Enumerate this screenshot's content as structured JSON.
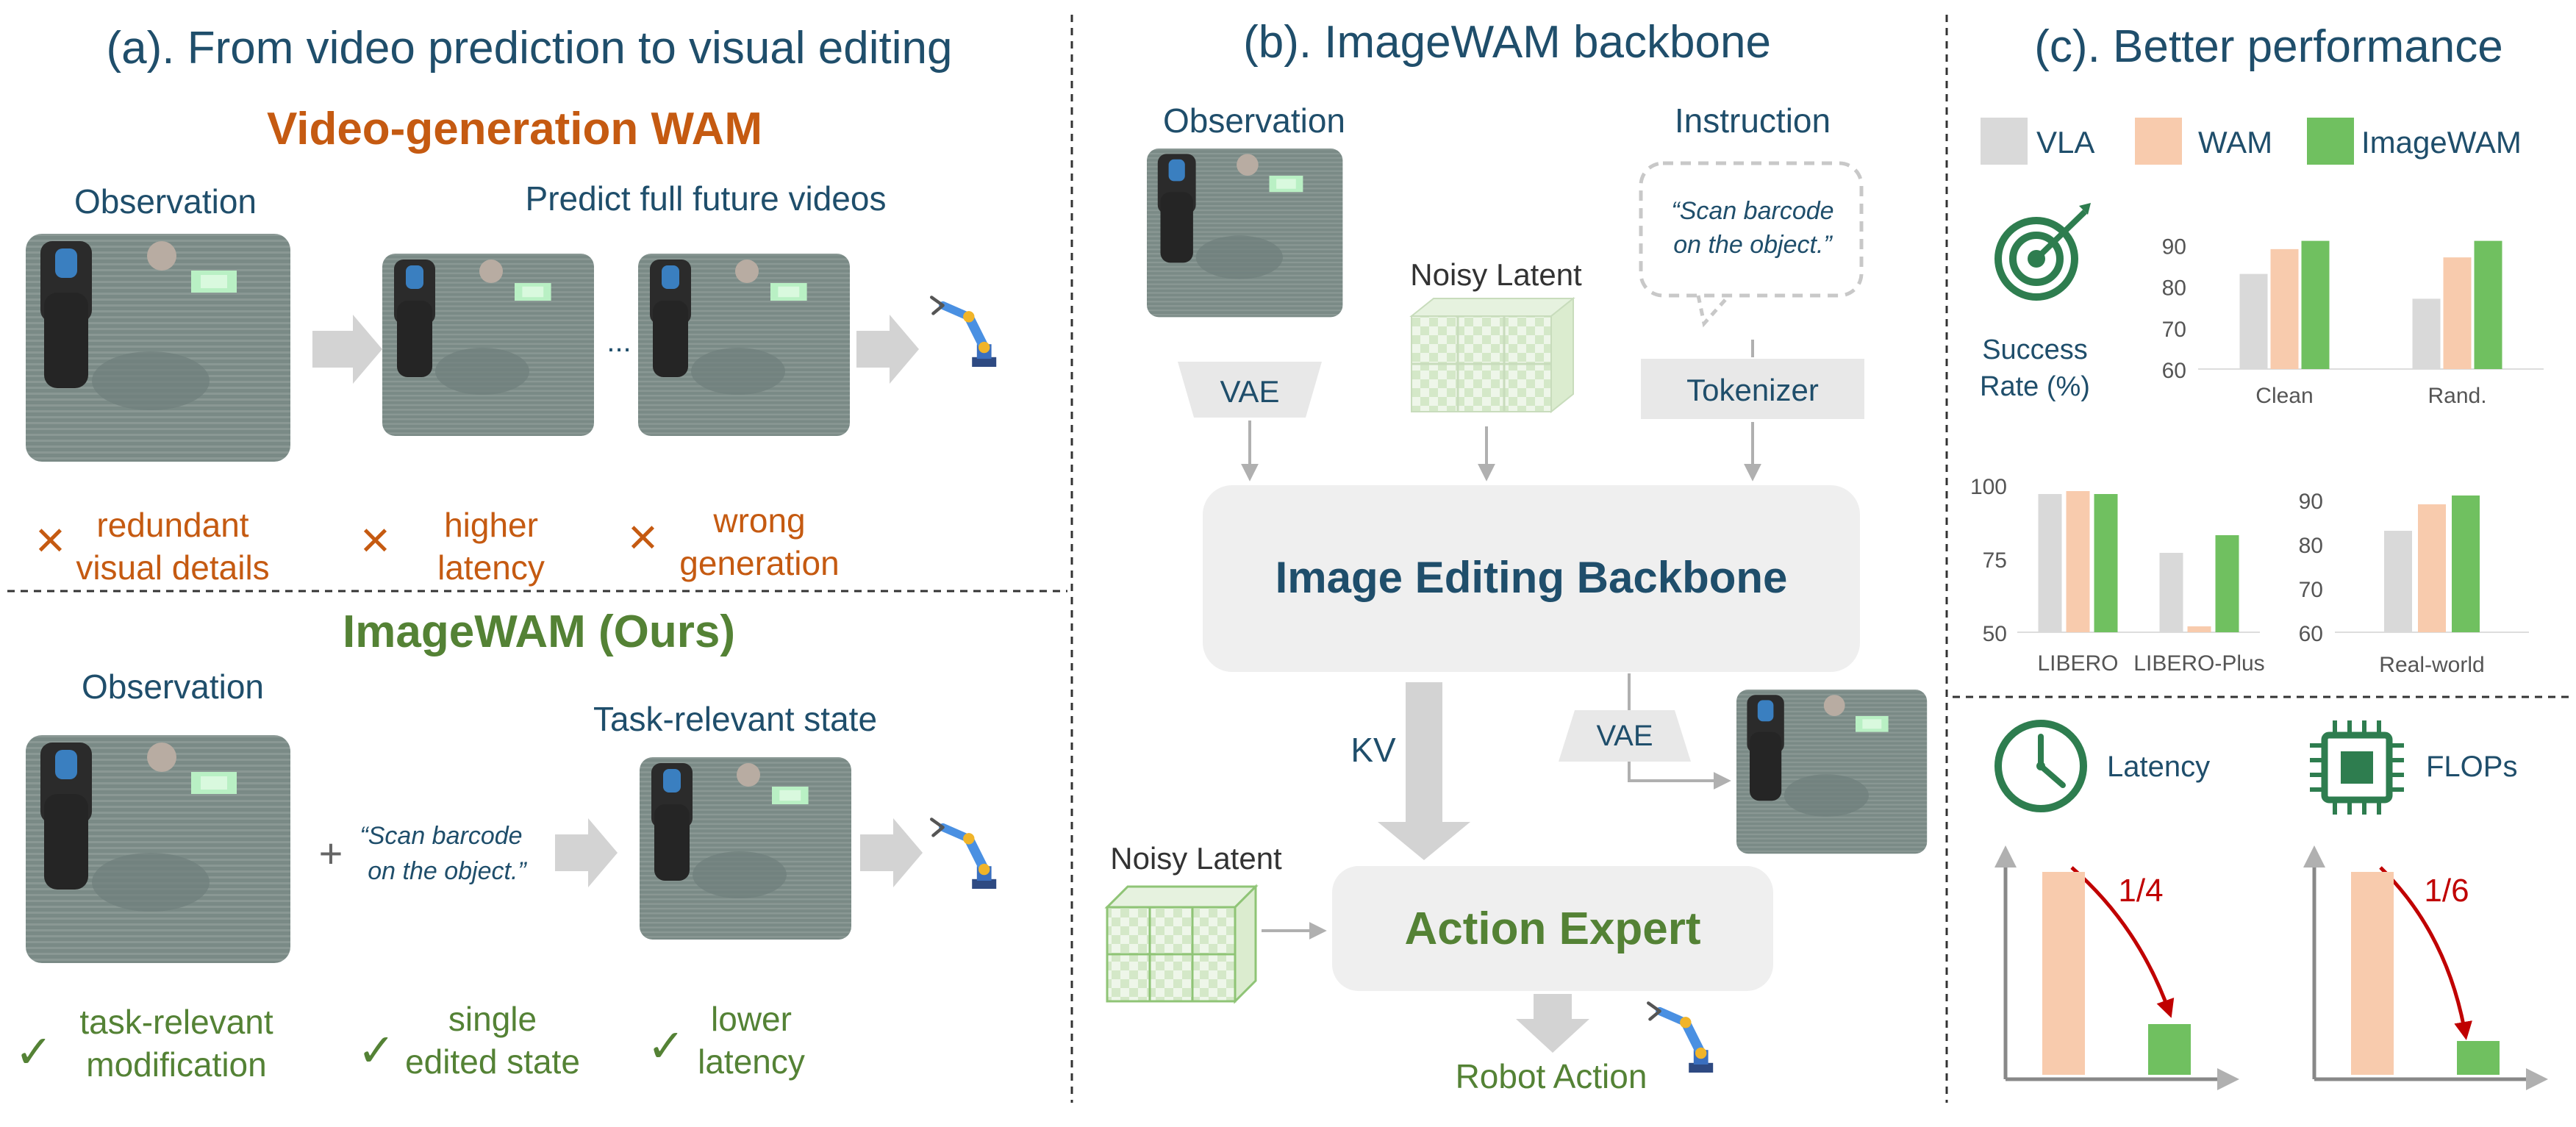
{
  "panel_a": {
    "title": "(a). From video prediction to visual editing",
    "video_wam_title": "Video-generation WAM",
    "observation_label": "Observation",
    "predict_label": "Predict full future videos",
    "ellipsis": "...",
    "cons": [
      {
        "line1": "redundant",
        "line2": "visual details"
      },
      {
        "line1": "higher",
        "line2": "latency"
      },
      {
        "line1": "wrong",
        "line2": "generation"
      }
    ],
    "imagewam_title": "ImageWAM (Ours)",
    "observation_label_2": "Observation",
    "task_state_label": "Task-relevant  state",
    "plus": "+",
    "instruction_line1": "“Scan barcode",
    "instruction_line2": "on the object.”",
    "pros": [
      {
        "line1": "task-relevant",
        "line2": "modification"
      },
      {
        "line1": "single",
        "line2": "edited state"
      },
      {
        "line1": "lower",
        "line2": "latency"
      }
    ],
    "cross_icon": "×",
    "check_icon": "✓"
  },
  "panel_b": {
    "title": "(b). ImageWAM backbone",
    "observation_label": "Observation",
    "instruction_label": "Instruction",
    "instruction_line1": "“Scan barcode",
    "instruction_line2": "on the object.”",
    "noisy_latent_label": "Noisy Latent",
    "vae_label": "VAE",
    "tokenizer_label": "Tokenizer",
    "backbone_label": "Image Editing Backbone",
    "kv_label": "KV",
    "vae_label_2": "VAE",
    "noisy_latent_label_2": "Noisy Latent",
    "action_expert_label": "Action Expert",
    "robot_action_label": "Robot Action"
  },
  "panel_c": {
    "title": "(c). Better performance",
    "legend": [
      {
        "name": "VLA",
        "color": "#d9d9d9"
      },
      {
        "name": "WAM",
        "color": "#f8cbad"
      },
      {
        "name": "ImageWAM",
        "color": "#70c060"
      }
    ],
    "success_line1": "Success",
    "success_line2": "Rate (%)",
    "latency_label": "Latency",
    "flops_label": "FLOPs",
    "latency_ratio": "1/4",
    "flops_ratio": "1/6"
  },
  "chart_data": [
    {
      "type": "bar",
      "categories": [
        "Clean",
        "Rand."
      ],
      "series": [
        {
          "name": "VLA",
          "values": [
            83,
            77
          ]
        },
        {
          "name": "WAM",
          "values": [
            89,
            87
          ]
        },
        {
          "name": "ImageWAM",
          "values": [
            91,
            91
          ]
        }
      ],
      "yticks": [
        "60",
        "70",
        "80",
        "90"
      ],
      "ylim": [
        60,
        92
      ]
    },
    {
      "type": "bar",
      "categories": [
        "LIBERO",
        "LIBERO-Plus"
      ],
      "series": [
        {
          "name": "VLA",
          "values": [
            97,
            77
          ]
        },
        {
          "name": "WAM",
          "values": [
            98,
            52
          ]
        },
        {
          "name": "ImageWAM",
          "values": [
            97,
            83
          ]
        }
      ],
      "yticks": [
        "50",
        "75",
        "100"
      ],
      "ylim": [
        50,
        100
      ]
    },
    {
      "type": "bar",
      "categories": [
        "Real-world"
      ],
      "series": [
        {
          "name": "VLA",
          "values": [
            83
          ]
        },
        {
          "name": "WAM",
          "values": [
            89
          ]
        },
        {
          "name": "ImageWAM",
          "values": [
            91
          ]
        }
      ],
      "yticks": [
        "60",
        "70",
        "80",
        "90"
      ],
      "ylim": [
        60,
        92
      ]
    },
    {
      "type": "bar",
      "categories": [
        "WAM",
        "ImageWAM"
      ],
      "series": [
        {
          "name": "Latency",
          "values": [
            1,
            0.25
          ]
        }
      ]
    },
    {
      "type": "bar",
      "categories": [
        "WAM",
        "ImageWAM"
      ],
      "series": [
        {
          "name": "FLOPs",
          "values": [
            1,
            0.1667
          ]
        }
      ]
    }
  ]
}
